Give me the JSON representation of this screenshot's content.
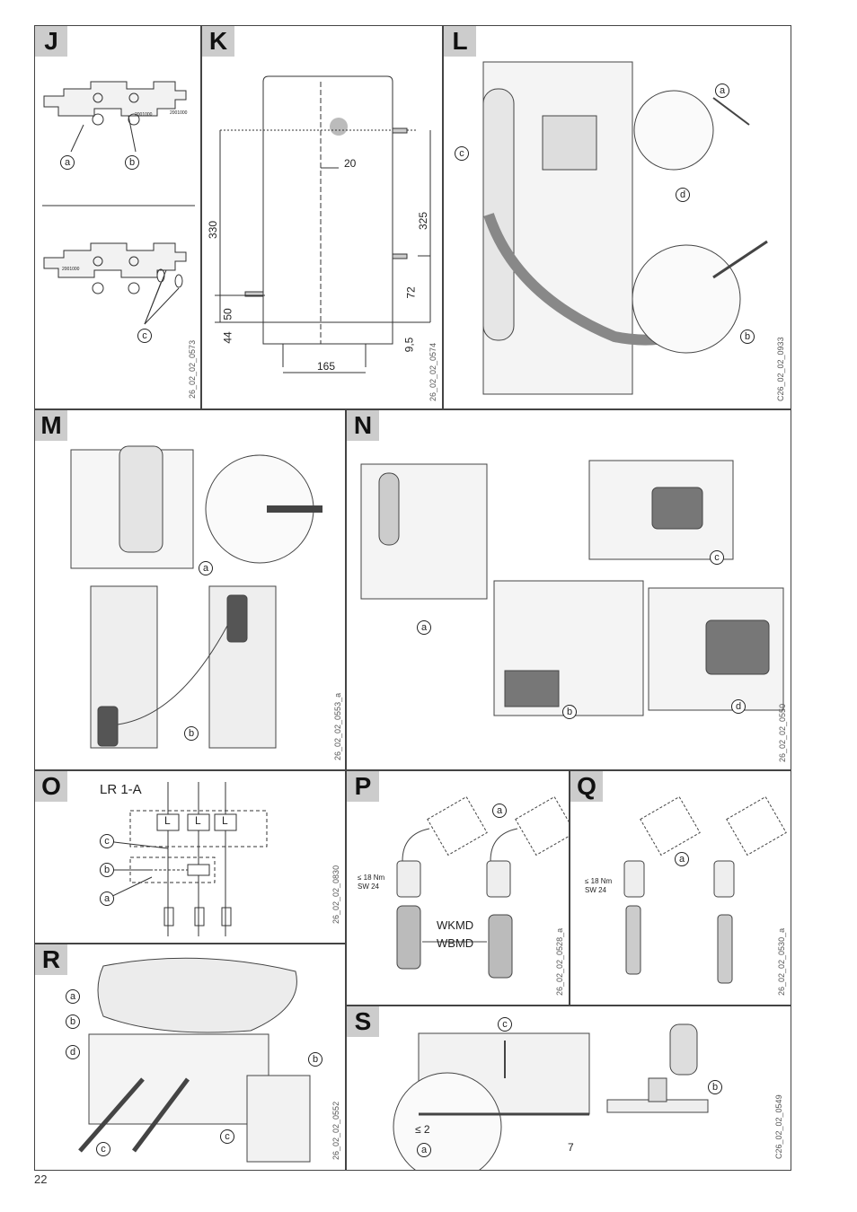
{
  "panels": {
    "J": {
      "label": "J",
      "code": "26_02_02_0573",
      "callouts": [
        "a",
        "b",
        "c"
      ],
      "plate_labels": [
        "2001000",
        "2001000",
        "2001000"
      ]
    },
    "K": {
      "label": "K",
      "code": "26_02_02_0574",
      "dims": [
        "330",
        "325",
        "20",
        "72",
        "50",
        "44",
        "9,5",
        "165"
      ]
    },
    "L": {
      "label": "L",
      "code": "C26_02_02_0933",
      "callouts": [
        "a",
        "c",
        "d",
        "b"
      ]
    },
    "M": {
      "label": "M",
      "code": "26_02_02_0553_a",
      "callouts": [
        "a",
        "b"
      ]
    },
    "N": {
      "label": "N",
      "code": "26_02_02_0550",
      "callouts": [
        "a",
        "c",
        "b",
        "d"
      ]
    },
    "O": {
      "label": "O",
      "code": "26_02_02_0830",
      "title": "LR 1-A",
      "boxes": [
        "L",
        "L",
        "L"
      ],
      "callouts": [
        "c",
        "b",
        "a"
      ]
    },
    "P": {
      "label": "P",
      "code": "26_02_02_0528_a",
      "torque": "≤ 18 Nm",
      "wrench": "SW 24",
      "labels": [
        "WKMD",
        "WBMD"
      ],
      "callouts": [
        "a"
      ]
    },
    "Q": {
      "label": "Q",
      "code": "26_02_02_0530_a",
      "torque": "≤ 18 Nm",
      "wrench": "SW 24",
      "callouts": [
        "a"
      ]
    },
    "R": {
      "label": "R",
      "code": "26_02_02_0552",
      "callouts": [
        "a",
        "b",
        "d",
        "b",
        "c",
        "c"
      ]
    },
    "S": {
      "label": "S",
      "code": "C26_02_02_0549",
      "callouts": [
        "c",
        "b",
        "a"
      ],
      "dim": "≤ 2",
      "num": "7"
    }
  },
  "page_number": "22"
}
